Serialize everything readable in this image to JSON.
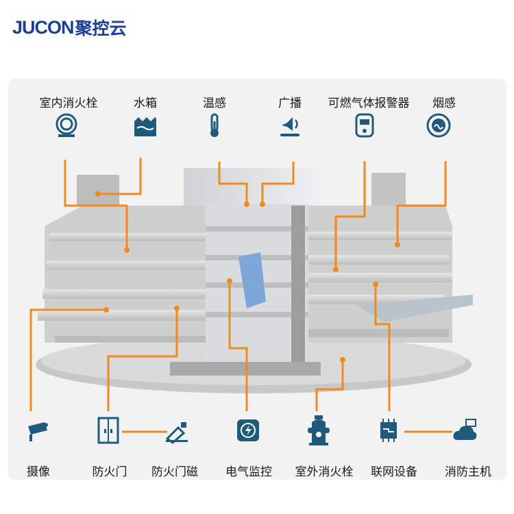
{
  "brand": {
    "logo_text_latin": "JUCON",
    "logo_text_cn": "聚控云",
    "color": "#1b3f94"
  },
  "colors": {
    "accent": "#f08a1c",
    "icon": "#1f5a7a",
    "panel": "#f2f2f2"
  },
  "top_devices": [
    {
      "label": "室内消火栓",
      "icon": "fire-hose-reel-icon"
    },
    {
      "label": "水箱",
      "icon": "water-tank-icon"
    },
    {
      "label": "温感",
      "icon": "thermometer-icon"
    },
    {
      "label": "广播",
      "icon": "broadcast-speaker-icon"
    },
    {
      "label": "可燃气体报警器",
      "icon": "gas-detector-icon"
    },
    {
      "label": "烟感",
      "icon": "smoke-detector-icon"
    }
  ],
  "bottom_devices": [
    {
      "label": "摄像",
      "icon": "camera-icon"
    },
    {
      "label": "防火门",
      "icon": "fire-door-icon"
    },
    {
      "label": "防火门磁",
      "icon": "door-magnet-icon"
    },
    {
      "label": "电气监控",
      "icon": "electrical-monitor-icon"
    },
    {
      "label": "室外消火栓",
      "icon": "hydrant-icon"
    },
    {
      "label": "联网设备",
      "icon": "network-device-icon"
    },
    {
      "label": "消防主机",
      "icon": "cloud-host-icon"
    }
  ]
}
